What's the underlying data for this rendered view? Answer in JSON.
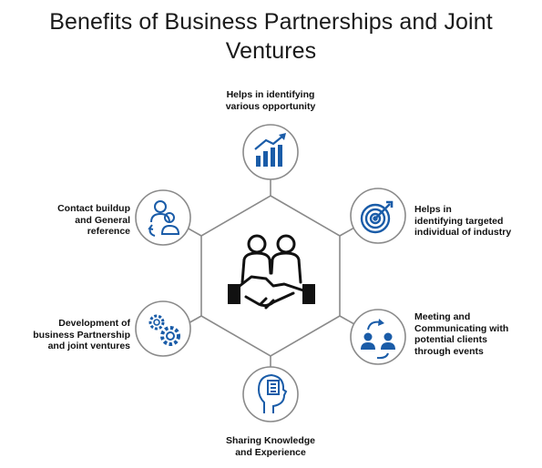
{
  "title": {
    "line1": "Benefits of Business Partnerships and Joint",
    "line2": "Ventures"
  },
  "colors": {
    "accent": "#1a5ca8",
    "outline": "#8a8a8a",
    "text": "#111111"
  },
  "center": {
    "icon": "handshake-people-icon"
  },
  "nodes": [
    {
      "id": "top",
      "icon": "bar-chart-growth-icon",
      "lines": [
        "Helps in identifying",
        "various opportunity"
      ]
    },
    {
      "id": "upper-right",
      "icon": "target-icon",
      "lines": [
        "Helps in",
        "identifying targeted",
        "individual of industry"
      ]
    },
    {
      "id": "lower-right",
      "icon": "people-exchange-icon",
      "lines": [
        "Meeting and",
        "Communicating with",
        "potential clients",
        "through events"
      ]
    },
    {
      "id": "bottom",
      "icon": "head-document-icon",
      "lines": [
        "Sharing Knowledge",
        "and Experience"
      ]
    },
    {
      "id": "lower-left",
      "icon": "gears-icon",
      "lines": [
        "Development of",
        "business Partnership",
        "and joint ventures"
      ]
    },
    {
      "id": "upper-left",
      "icon": "contacts-refresh-icon",
      "lines": [
        "Contact buildup",
        "and General",
        "reference"
      ]
    }
  ]
}
